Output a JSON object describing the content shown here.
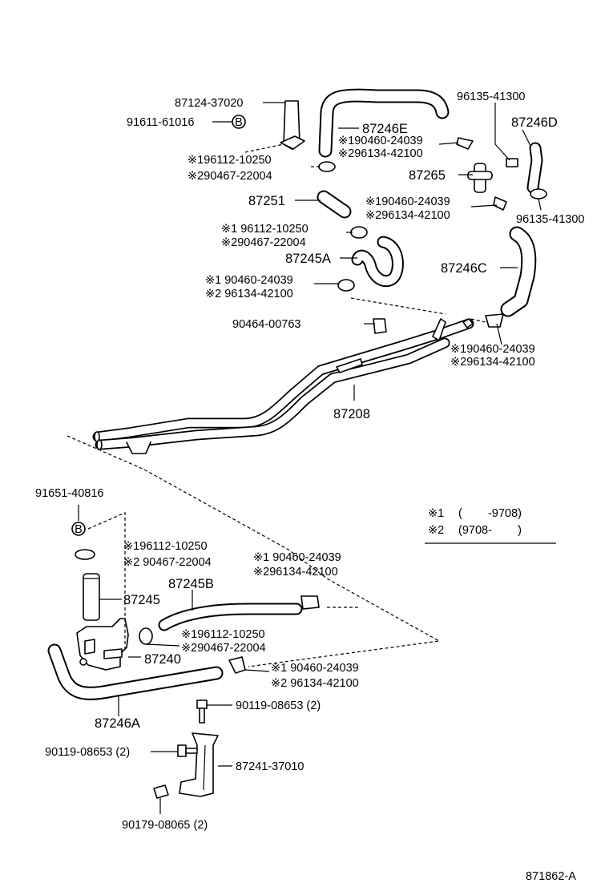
{
  "labels": {
    "p87124_37020": "87124-37020",
    "p91611_61016": "91611-61016",
    "b_top": "B",
    "p196112_10250_a": "※196112-10250",
    "p290467_22004_a": "※290467-22004",
    "p87246E": "87246E",
    "p190460_24039_a": "※190460-24039",
    "p296134_42100_a": "※296134-42100",
    "p96135_41300_a": "96135-41300",
    "p87246D": "87246D",
    "p87265": "87265",
    "p87251": "87251",
    "p190460_24039_b": "※190460-24039",
    "p296134_42100_b": "※296134-42100",
    "p96135_41300_b": "96135-41300",
    "p196112_10250_b": "※1 96112-10250",
    "p290467_22004_b": "※290467-22004",
    "p87245A": "87245A",
    "p87246C": "87246C",
    "p190460_24039_c": "※1 90460-24039",
    "p296134_42100_c": "※2 96134-42100",
    "p90464_00763": "90464-00763",
    "p190460_24039_d": "※190460-24039",
    "p296134_42100_d": "※296134-42100",
    "p87208": "87208",
    "p91651_40816": "91651-40816",
    "b_bottom": "B",
    "p196112_10250_c": "※196112-10250",
    "p290467_22004_c": "※2 90467-22004",
    "p190460_24039_e": "※1 90460-24039",
    "p296134_42100_e": "※296134-42100",
    "p87245B": "87245B",
    "p87245": "87245",
    "p196112_10250_d": "※196112-10250",
    "p290467_22004_d": "※290467-22004",
    "p87240": "87240",
    "p190460_24039_f": "※1 90460-24039",
    "p296134_42100_f": "※2 96134-42100",
    "p87246A": "87246A",
    "p90119_08653_a": "90119-08653 (2)",
    "p90119_08653_b": "90119-08653 (2)",
    "p87241_37010": "87241-37010",
    "p90179_08065": "90179-08065 (2)",
    "drawing_no": "871862-A"
  },
  "legend": {
    "row1_mark": "※1",
    "row1_range": "(        -9708)",
    "row2_mark": "※2",
    "row2_range": "(9708-        )"
  }
}
